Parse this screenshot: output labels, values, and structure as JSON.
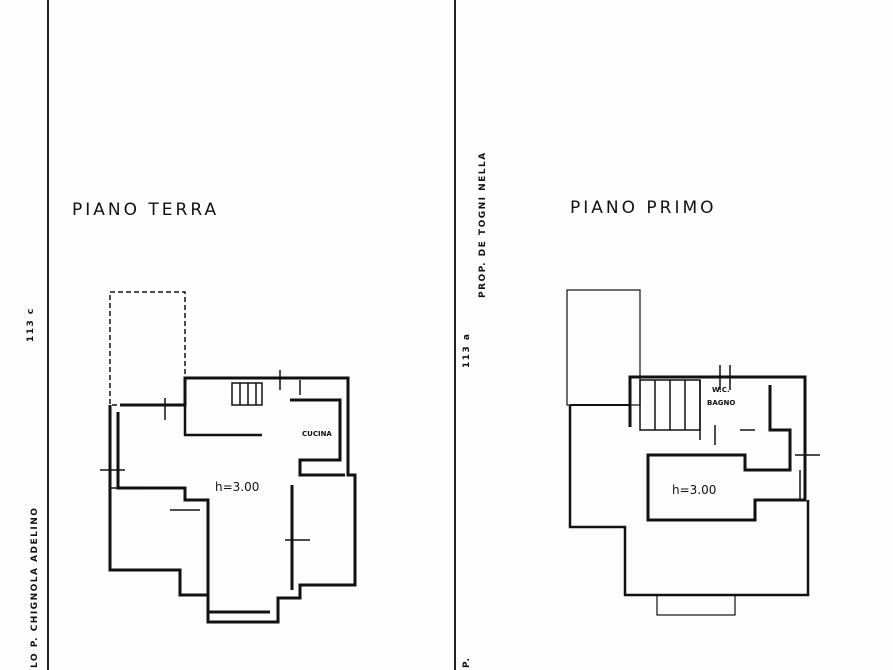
{
  "ground_floor": {
    "title": "PIANO TERRA",
    "height_label": "h=3.00",
    "room_label": "CUCINA",
    "parcel_number": "113 c",
    "owner_label": "LO P. CHIGNOLA ADELINO"
  },
  "first_floor": {
    "title": "PIANO PRIMO",
    "height_label": "h=3.00",
    "wc_label": "W.C.",
    "bath_label": "BAGNO",
    "parcel_number": "113 a",
    "owner_label": "PROP. DE TOGNI NELLA",
    "bottom_mark": "P."
  },
  "colors": {
    "ink": "#111111",
    "paper": "#fdfdfd"
  }
}
